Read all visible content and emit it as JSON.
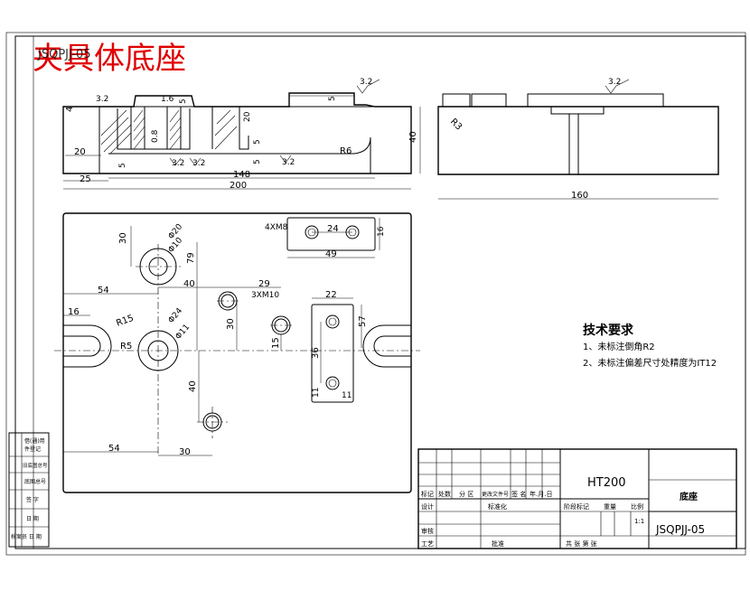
{
  "drawing": {
    "title_overlay": "夹具体底座",
    "mirrored_code": "JSQPJJ-05"
  },
  "front_view": {
    "dims": {
      "d4": "4",
      "d32a": "3.2",
      "d16": "1.6",
      "d5a": "5",
      "d5b": "5",
      "d08": "0.8",
      "d20a": "20",
      "d20b": "20",
      "d5c": "5",
      "d5d": "5",
      "d5e": "5",
      "d32b": "3.2",
      "d32c": "3.2",
      "d32d": "3.2",
      "d32e": "3.2",
      "r6": "R6",
      "d40": "40",
      "d25": "25",
      "d148": "148",
      "d200": "200"
    }
  },
  "side_view": {
    "dims": {
      "d32": "3.2",
      "r3": "R3",
      "d160": "160"
    }
  },
  "top_view": {
    "dims": {
      "d30a": "30",
      "dia20": "Φ20",
      "dia10": "Φ10",
      "d79": "79",
      "d54a": "54",
      "d40a": "40",
      "d29": "29",
      "m10": "3XM10",
      "d16a": "16",
      "r15": "R15",
      "dia24": "Φ24",
      "dia11": "Φ11",
      "r5": "R5",
      "d30b": "30",
      "d15": "15",
      "d40b": "40",
      "d54b": "54",
      "d30c": "30"
    }
  },
  "detail_top": {
    "m8": "4XM8",
    "d24": "24",
    "d16": "16",
    "d49": "49"
  },
  "detail_side": {
    "d22": "22",
    "d57": "57",
    "d36": "36",
    "d11a": "11",
    "d11b": "11"
  },
  "tech_requirements": {
    "heading": "技术要求",
    "items": [
      "1、未标注倒角R2",
      "2、未标注偏差尺寸处精度为IT12"
    ]
  },
  "left_stamp": {
    "rows": [
      "借(通)用",
      "件登记",
      "旧底图总号",
      "底图总号",
      "签 字",
      "日 期",
      "档案员 日 期"
    ]
  },
  "title_block": {
    "material": "HT200",
    "part_name": "底座",
    "drawing_number": "JSQPJJ-05",
    "scale": "1:1",
    "rev_headers": [
      "标记",
      "处数",
      "分 区",
      "更改文件号",
      "签 名",
      "年.月.日"
    ],
    "roles": {
      "design": "设计",
      "standard": "标准化",
      "review": "审核",
      "process": "工艺",
      "approve": "批准"
    },
    "stage_headers": [
      "阶段标记",
      "重量",
      "比例"
    ],
    "sheet_info": "共    张  第    张"
  }
}
